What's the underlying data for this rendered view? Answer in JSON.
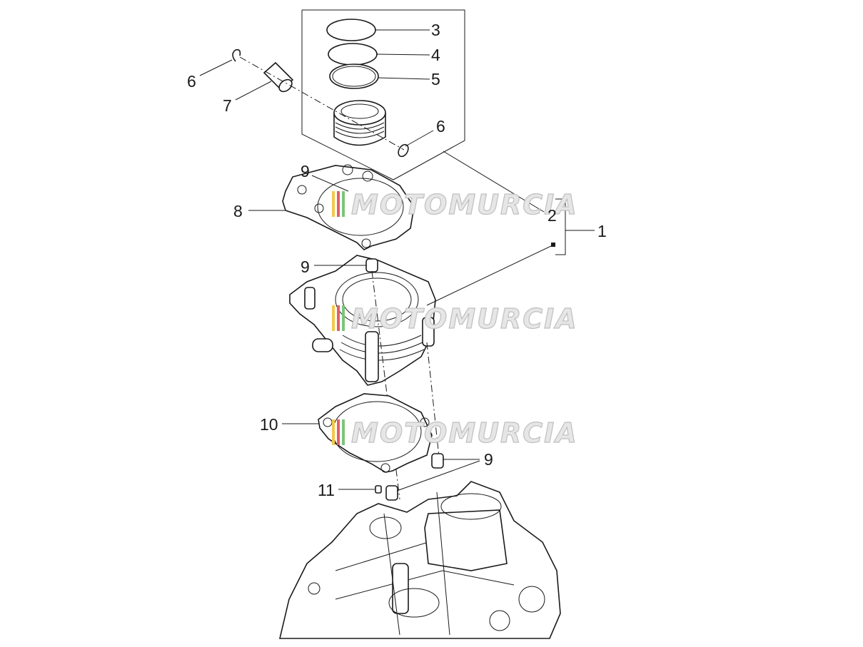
{
  "diagram": {
    "callouts": [
      "3",
      "4",
      "5",
      "6",
      "7",
      "6",
      "9",
      "8",
      "2",
      "1",
      "9",
      "10",
      "9",
      "11"
    ],
    "watermark": "MOTOMURCIA",
    "colors": {
      "line": "#1a1a1a",
      "background": "#ffffff",
      "watermark_stripe_yellow": "#f2c94c",
      "watermark_stripe_red": "#e06060",
      "watermark_stripe_green": "#7cc47c",
      "watermark_text": "#e6e6e6"
    }
  }
}
